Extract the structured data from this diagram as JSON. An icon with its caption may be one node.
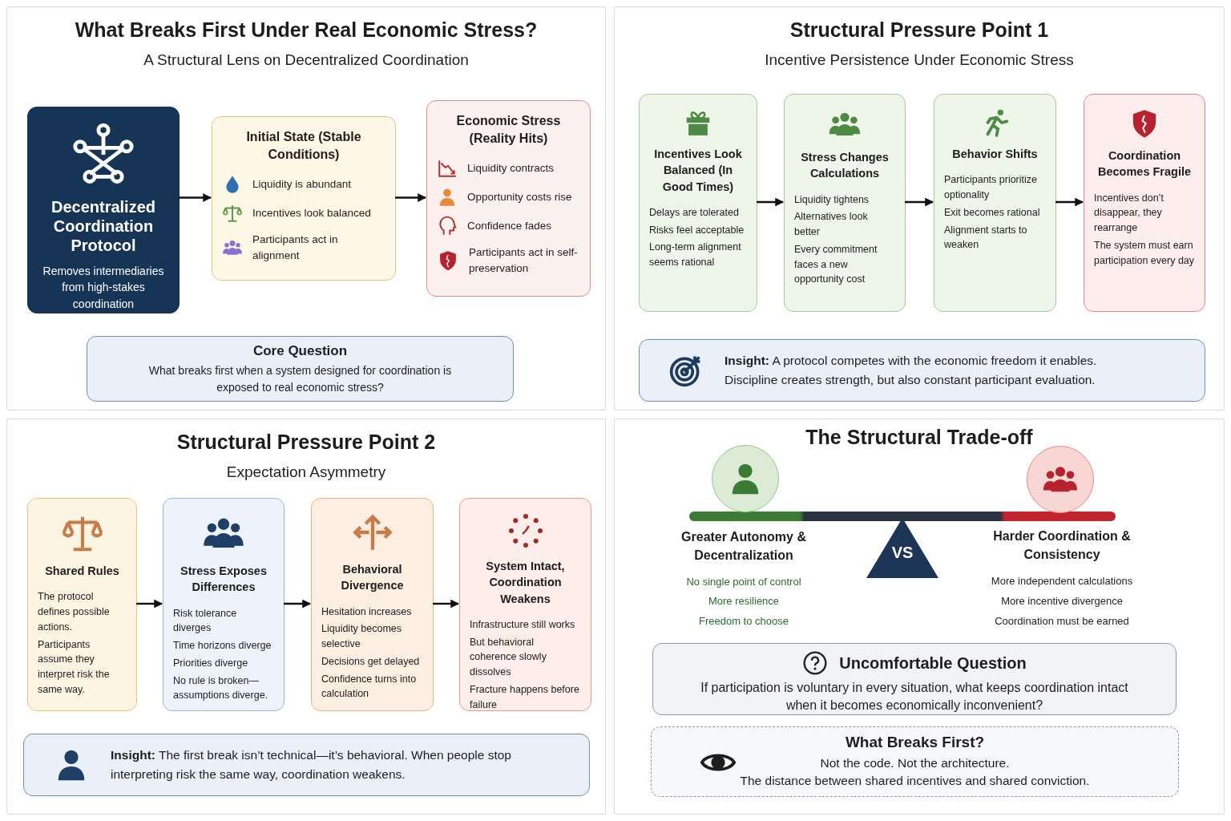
{
  "diagram": {
    "nodes": [
      {
        "text": [
          "What Breaks First Under Real Economic Stress?",
          "A Structural Lens on Decentralized Coordination"
        ]
      },
      {
        "text": [
          "Decentralized Coordination Protocol",
          "Removes intermediaries from high-stakes coordination"
        ],
        "in": 0
      },
      {
        "text": [
          "Initial State (Stable Conditions)",
          "Liquidity is abundant",
          "Incentives look balanced",
          "Participants act in alignment"
        ],
        "in": 0
      },
      {
        "text": [
          "Economic Stress (Reality Hits)",
          "Liquidity contracts",
          "Opportunity costs rise",
          "Confidence fades",
          "Participants act in self-preservation"
        ],
        "in": 0
      },
      {
        "text": [
          "Core Question",
          "What breaks first when a system designed for coordination is exposed to real economic stress?"
        ],
        "in": 0
      },
      {
        "text": [
          "Structural Pressure Point 1",
          "Incentive Persistence Under Economic Stress"
        ]
      },
      {
        "text": [
          "Incentives Look Balanced (In Good Times)",
          "Delays are tolerated",
          "Risks feel acceptable",
          "Long-term alignment seems rational"
        ],
        "in": 5
      },
      {
        "text": [
          "Stress Changes Calculations",
          "Liquidity tightens",
          "Alternatives look better",
          "Every commitment faces a new opportunity cost"
        ],
        "in": 5
      },
      {
        "text": [
          "Behavior Shifts",
          "Participants prioritize optionality",
          "Exit becomes rational",
          "Alignment starts to weaken"
        ],
        "in": 5
      },
      {
        "text": [
          "Coordination Becomes Fragile",
          "Incentives don’t disappear, they rearrange",
          "The system must earn participation every day"
        ],
        "in": 5
      },
      {
        "text": [
          "**Insight:** A protocol competes with the economic freedom it enables. Discipline creates strength, but also constant participant evaluation."
        ],
        "in": 5
      },
      {
        "text": [
          "Structural Pressure Point 2",
          "Expectation Asymmetry"
        ]
      },
      {
        "text": [
          "Shared Rules",
          "The protocol defines possible actions.",
          "Participants assume they interpret risk the same way."
        ],
        "in": 11
      },
      {
        "text": [
          "Stress Exposes Differences",
          "Risk tolerance diverges",
          "Time horizons diverge",
          "Priorities diverge",
          "No rule is broken—assumptions diverge."
        ],
        "in": 11
      },
      {
        "text": [
          "Behavioral Divergence",
          "Hesitation increases",
          "Liquidity becomes selective",
          "Decisions get delayed",
          "Confidence turns into calculation"
        ],
        "in": 11
      },
      {
        "text": [
          "System Intact, Coordination Weakens",
          "Infrastructure still works",
          "But behavioral coherence slowly dissolves",
          "Fracture happens before failure"
        ],
        "in": 11
      },
      {
        "text": [
          "**Insight:** The first break isn’t technical—it’s behavioral. When people stop interpreting risk the same way, coordination weakens."
        ],
        "in": 11
      },
      {
        "text": [
          "The Structural Trade-off"
        ]
      },
      {
        "text": [
          "VS"
        ],
        "in": 17
      },
      {
        "text": [
          "Uncomfortable Question",
          "If participation is voluntary in every situation, what keeps coordination intact when it becomes economically inconvenient?"
        ],
        "in": 17
      },
      {
        "text": [
          "What Breaks First?",
          "Not the code. Not the architecture.",
          "The distance between shared incentives and shared conviction."
        ],
        "in": 17
      }
    ],
    "edges": [
      {
        "from": 1,
        "to": 2,
        "arrow": "to"
      },
      {
        "from": 2,
        "to": 3,
        "arrow": "to"
      },
      {
        "from": 6,
        "to": 7,
        "arrow": "to"
      },
      {
        "from": 7,
        "to": 8,
        "arrow": "to"
      },
      {
        "from": 8,
        "to": 9,
        "arrow": "to"
      },
      {
        "from": 12,
        "to": 13,
        "arrow": "to"
      },
      {
        "from": 13,
        "to": 14,
        "arrow": "to"
      },
      {
        "from": 14,
        "to": 15,
        "arrow": "to"
      }
    ],
    "labels": [
      "Greater Autonomy & Decentralization",
      "Harder Coordination & Consistency",
      "No single point of control",
      "More independent calculations",
      "More resilience",
      "More incentive divergence",
      "Freedom to choose",
      "Coordination must be earned"
    ]
  }
}
